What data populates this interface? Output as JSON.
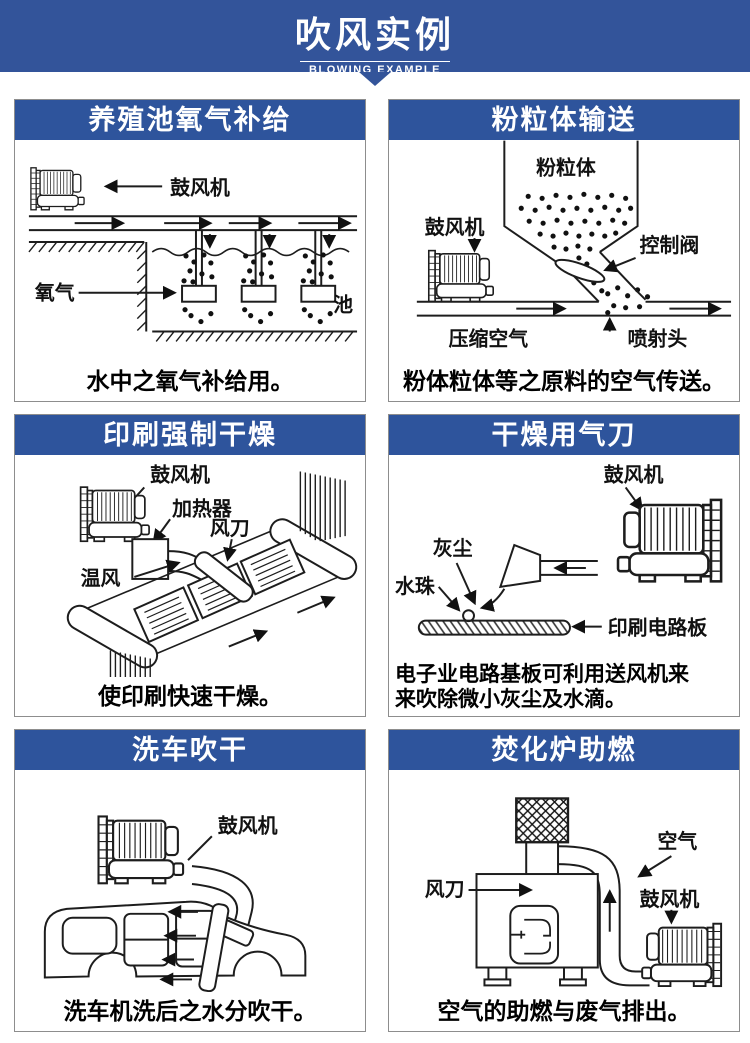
{
  "header": {
    "title": "吹风实例",
    "subtitle": "BLOWING EXAMPLE"
  },
  "colors": {
    "header_blue": "#33549a",
    "panel_title_blue": "#2e549c",
    "ink": "#1d1d1d",
    "panel_border": "#8d8d8d"
  },
  "panels": [
    {
      "title": "养殖池氧气补给",
      "caption": "水中之氧气补给用。",
      "labels": {
        "blower": "鼓风机",
        "oxygen": "氧气",
        "pond": "池"
      }
    },
    {
      "title": "粉粒体输送",
      "caption": "粉体粒体等之原料的空气传送。",
      "labels": {
        "powder": "粉粒体",
        "blower": "鼓风机",
        "control_valve": "控制阀",
        "compressed_air": "压缩空气",
        "jet_head": "喷射头"
      }
    },
    {
      "title": "印刷强制干燥",
      "caption": "使印刷快速干燥。",
      "labels": {
        "blower": "鼓风机",
        "heater": "加热器",
        "air_knife": "风刀",
        "warm_air": "温风"
      }
    },
    {
      "title": "干燥用气刀",
      "caption": "电子业电路基板可利用送风机来\n来吹除微小灰尘及水滴。",
      "labels": {
        "blower": "鼓风机",
        "dust": "灰尘",
        "water_drop": "水珠",
        "pcb": "印刷电路板"
      }
    },
    {
      "title": "洗车吹干",
      "caption": "洗车机洗后之水分吹干。",
      "labels": {
        "blower": "鼓风机"
      }
    },
    {
      "title": "焚化炉助燃",
      "caption": "空气的助燃与废气排出。",
      "labels": {
        "air": "空气",
        "air_knife": "风刀",
        "blower": "鼓风机"
      }
    }
  ]
}
